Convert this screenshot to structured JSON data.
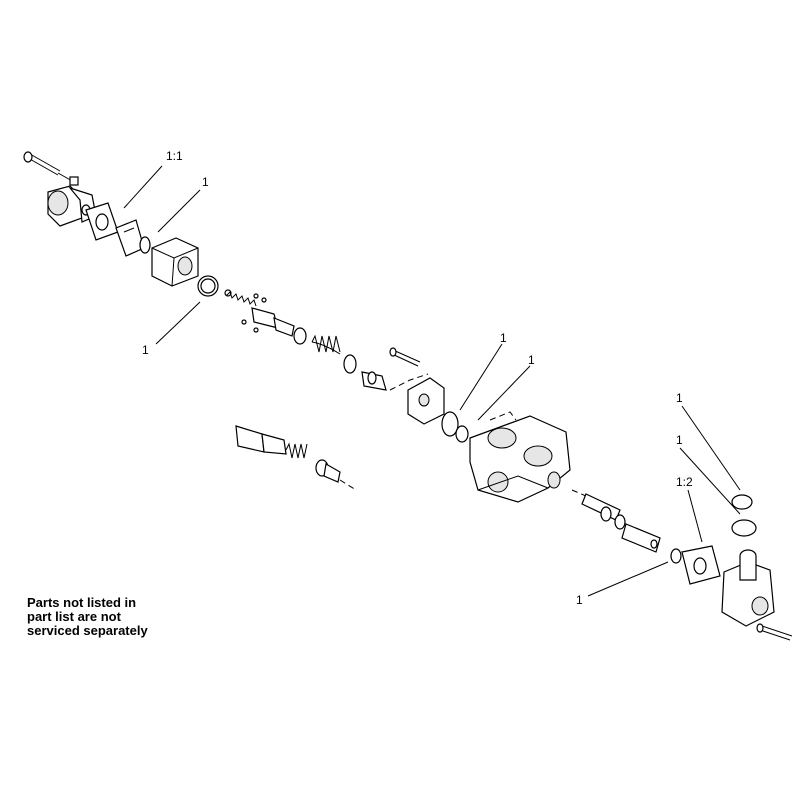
{
  "diagram": {
    "callouts": [
      {
        "id": "c1",
        "text": "1:1"
      },
      {
        "id": "c2",
        "text": "1"
      },
      {
        "id": "c3",
        "text": "1"
      },
      {
        "id": "c4",
        "text": "1"
      },
      {
        "id": "c5",
        "text": "1"
      },
      {
        "id": "c6",
        "text": "1"
      },
      {
        "id": "c7",
        "text": "1"
      },
      {
        "id": "c8",
        "text": "1:2"
      },
      {
        "id": "c9",
        "text": "1"
      }
    ],
    "note": {
      "lines": [
        "Parts not listed in",
        "part list are not",
        "serviced separately"
      ]
    }
  }
}
